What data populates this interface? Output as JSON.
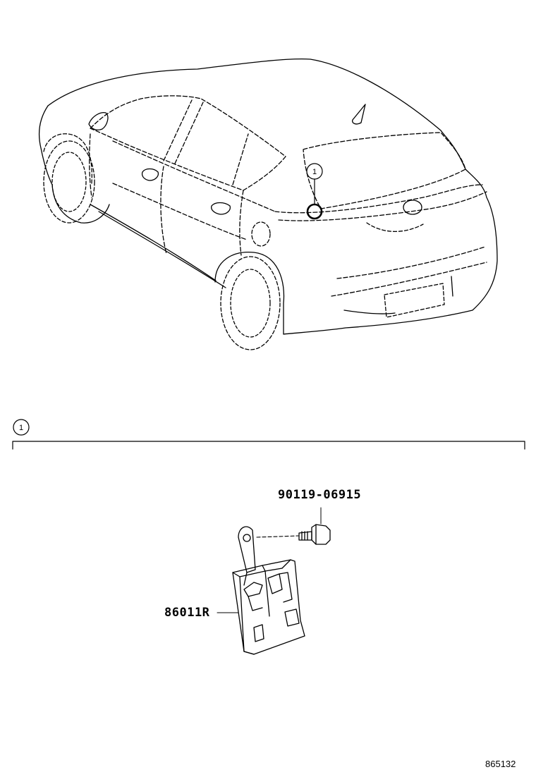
{
  "diagram": {
    "callouts": [
      {
        "id": "callout-1-car",
        "label": "1"
      },
      {
        "id": "callout-1-section",
        "label": "1"
      }
    ],
    "parts": [
      {
        "id": "bolt",
        "part_number": "90119-06915"
      },
      {
        "id": "module",
        "part_number": "86011R"
      }
    ],
    "reference_code": "865132"
  }
}
